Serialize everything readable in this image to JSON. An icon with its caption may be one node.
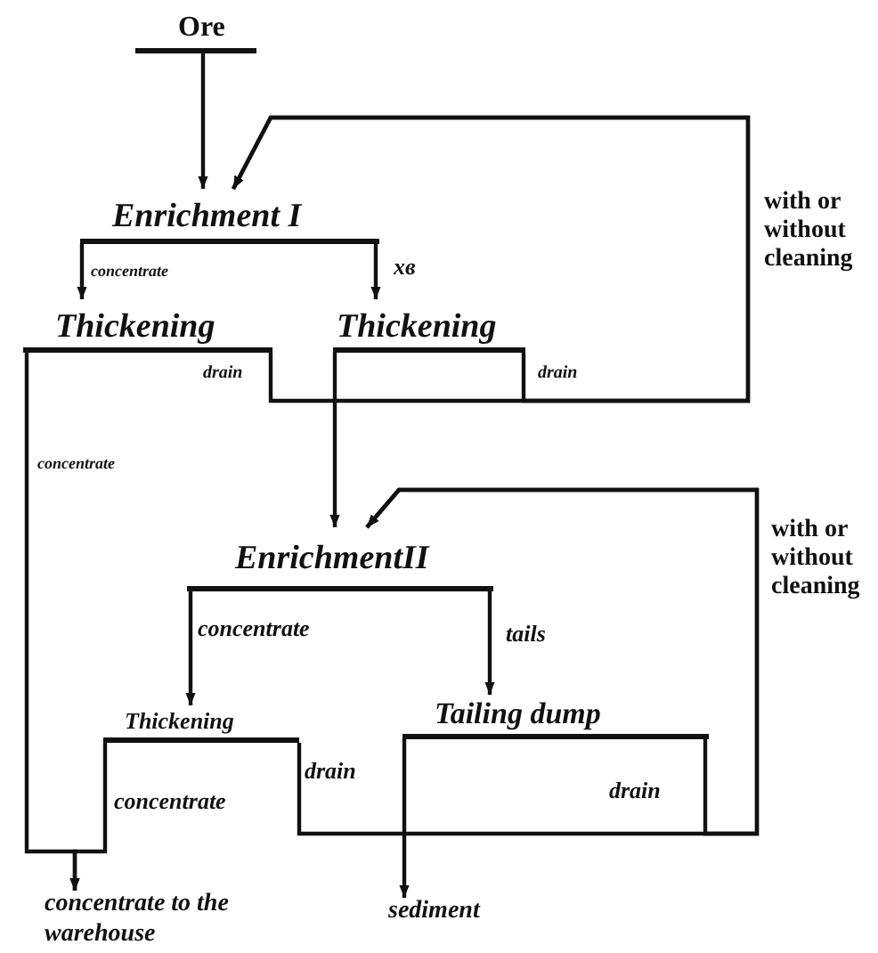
{
  "diagram": {
    "nodes": [
      {
        "text": [
          "Ore"
        ]
      },
      {
        "text": [
          "Enrichment I"
        ]
      },
      {
        "text": [
          "Thickening"
        ]
      },
      {
        "text": [
          "Thickening"
        ]
      },
      {
        "text": [
          "EnrichmentII"
        ]
      },
      {
        "text": [
          "Thickening"
        ]
      },
      {
        "text": [
          "Tailing dump"
        ]
      },
      {
        "text": [
          "concentrate to the warehouse"
        ]
      },
      {
        "text": [
          "sediment"
        ]
      }
    ],
    "edges": [
      {
        "from": 0,
        "to": 1,
        "arrow": "to"
      },
      {
        "from": 1,
        "to": 2,
        "arrow": "to",
        "label": "concentrate"
      },
      {
        "from": 1,
        "to": 3,
        "arrow": "to",
        "label": "хв"
      },
      {
        "from": 2,
        "to": 1,
        "arrow": "to",
        "label": "drain"
      },
      {
        "from": 3,
        "to": 1,
        "arrow": "to",
        "label": "drain"
      },
      {
        "from": 3,
        "to": 4,
        "arrow": "to"
      },
      {
        "from": 2,
        "to": 7,
        "arrow": "to",
        "label": "concentrate"
      },
      {
        "from": 4,
        "to": 5,
        "arrow": "to",
        "label": "concentrate"
      },
      {
        "from": 4,
        "to": 6,
        "arrow": "to",
        "label": "tails"
      },
      {
        "from": 5,
        "to": 7,
        "arrow": "to",
        "label": "concentrate"
      },
      {
        "from": 5,
        "to": 4,
        "arrow": "to",
        "label": "drain"
      },
      {
        "from": 6,
        "to": 4,
        "arrow": "to",
        "label": "drain"
      },
      {
        "from": 6,
        "to": 8,
        "arrow": "to"
      }
    ],
    "labels": [
      "with or without cleaning",
      "with or without cleaning"
    ]
  }
}
